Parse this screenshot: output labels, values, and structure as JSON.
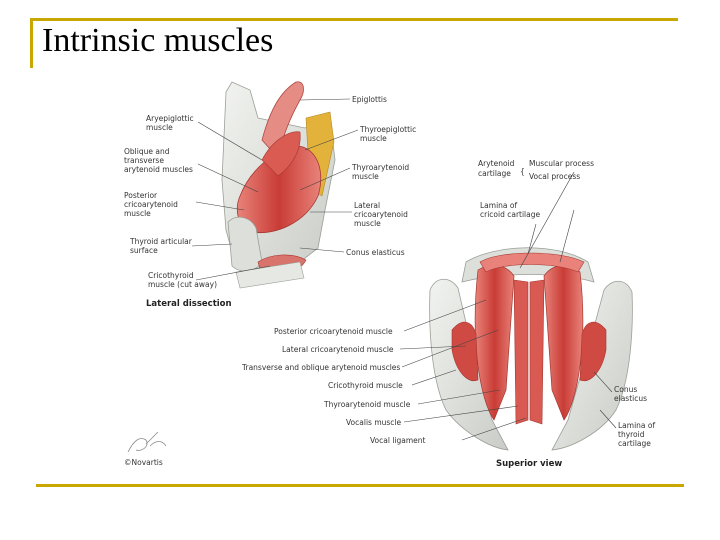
{
  "title": "Intrinsic muscles",
  "lateral": {
    "caption": "Lateral dissection",
    "labels": {
      "epiglottis": "Epiglottis",
      "aryepiglottic_1": "Aryepiglottic",
      "aryepiglottic_2": "muscle",
      "thyroepiglottic_1": "Thyroepiglottic",
      "thyroepiglottic_2": "muscle",
      "oblique_1": "Oblique and",
      "oblique_2": "transverse",
      "oblique_3": "arytenoid muscles",
      "thyroarytenoid_1": "Thyroarytenoid",
      "thyroarytenoid_2": "muscle",
      "posterior_1": "Posterior",
      "posterior_2": "cricoarytenoid",
      "posterior_3": "muscle",
      "lateral_ca_1": "Lateral",
      "lateral_ca_2": "cricoarytenoid",
      "lateral_ca_3": "muscle",
      "thyroid_art_1": "Thyroid articular",
      "thyroid_art_2": "surface",
      "conus": "Conus elasticus",
      "cricothyroid_1": "Cricothyroid",
      "cricothyroid_2": "muscle (cut away)"
    }
  },
  "superior": {
    "caption": "Superior view",
    "labels": {
      "arytenoid_1": "Arytenoid",
      "arytenoid_2": "cartilage",
      "muscular_process": "Muscular process",
      "vocal_process": "Vocal process",
      "lamina_cricoid_1": "Lamina of",
      "lamina_cricoid_2": "cricoid cartilage",
      "posterior_ca": "Posterior cricoarytenoid muscle",
      "lateral_ca": "Lateral cricoarytenoid muscle",
      "transverse_oblique": "Transverse and oblique arytenoid muscles",
      "cricothyroid": "Cricothyroid muscle",
      "thyroarytenoid": "Thyroarytenoid muscle",
      "vocalis": "Vocalis muscle",
      "vocal_ligament": "Vocal ligament",
      "conus_1": "Conus",
      "conus_2": "elasticus",
      "lamina_thyroid_1": "Lamina of",
      "lamina_thyroid_2": "thyroid",
      "lamina_thyroid_3": "cartilage"
    }
  },
  "signature": "©Novartis",
  "colors": {
    "frame": "#c8a800",
    "muscle": "#d9534f",
    "cartilage": "#e4e6e2"
  }
}
